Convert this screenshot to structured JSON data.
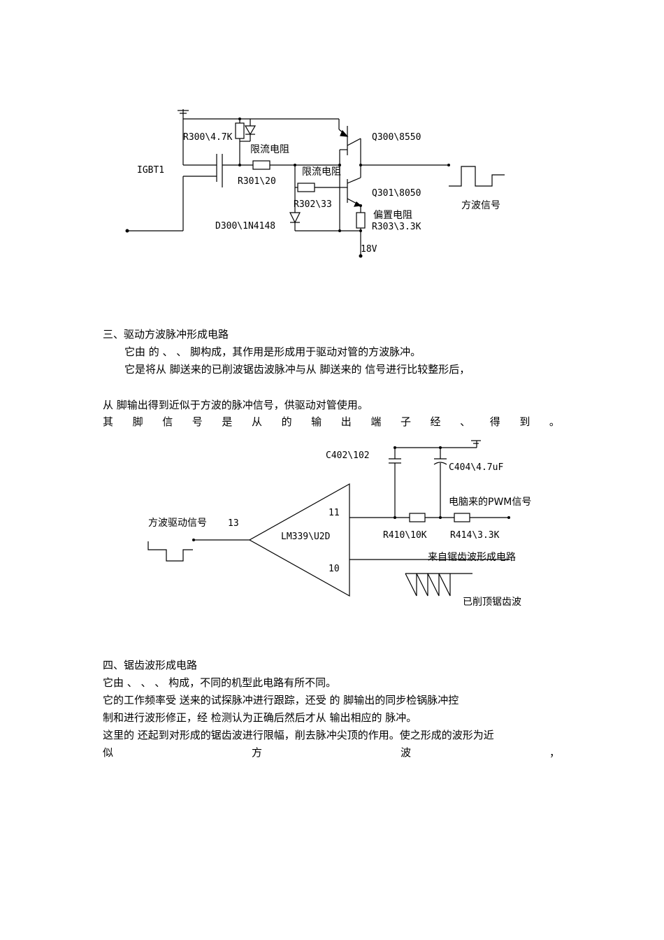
{
  "circuit1": {
    "igbt_label": "IGBT1",
    "r300": "R300\\4.7K",
    "r301": "R301\\20",
    "r302": "R302\\33",
    "r303": "R303\\3.3K",
    "d300": "D300\\1N4148",
    "q300": "Q300\\8550",
    "q301": "Q301\\8050",
    "v18": "18V",
    "note_limit1": "限流电阻",
    "note_limit2": "限流电阻",
    "note_bias": "偏置电阻",
    "note_signal": "方波信号"
  },
  "section3": {
    "heading": "三、驱动方波脉冲形成电路",
    "line1": "它由        的    、    、     脚构成，其作用是形成用于驱动对管的方波脉冲。",
    "line2": "它是将从      脚送来的已削波锯齿波脉冲与从        脚送来的              信号进行比较整形后，",
    "line3": "从      脚输出得到近似于方波的脉冲信号，供驱动对管使用。",
    "line4_parts": [
      "其",
      "脚",
      "信",
      "号",
      "是",
      "从",
      "的",
      "输",
      "出",
      "端",
      "子",
      "经",
      "、",
      "得",
      "到",
      "。"
    ]
  },
  "circuit2": {
    "c402": "C402\\102",
    "c404": "C404\\4.7uF",
    "r410": "R410\\10K",
    "r414": "R414\\3.3K",
    "comparator": "LM339\\U2D",
    "pin11": "11",
    "pin10": "10",
    "pin13": "13",
    "note_pwm": "电脑来的PWM信号",
    "note_square": "方波驱动信号",
    "note_sawtooth_in": "来自锯齿波形成电路",
    "note_clipped": "已削顶锯齿波"
  },
  "section4": {
    "heading": "四、锯齿波形成电路",
    "line1": "它由          、          、          、          构成，不同的机型此电路有所不同。",
    "line2": "它的工作频率受          送来的试探脉冲进行跟踪，还受          的      脚输出的同步检锅脉冲控",
    "line3": "制和进行波形修正，经          检测认为正确后然后才从          输出相应的            脉冲。",
    "line4": "这里的          还起到对形成的锯齿波进行限幅，削去脉冲尖顶的作用。使之形成的波形为近",
    "line5_parts": [
      "似",
      "方",
      "波",
      "，"
    ]
  }
}
